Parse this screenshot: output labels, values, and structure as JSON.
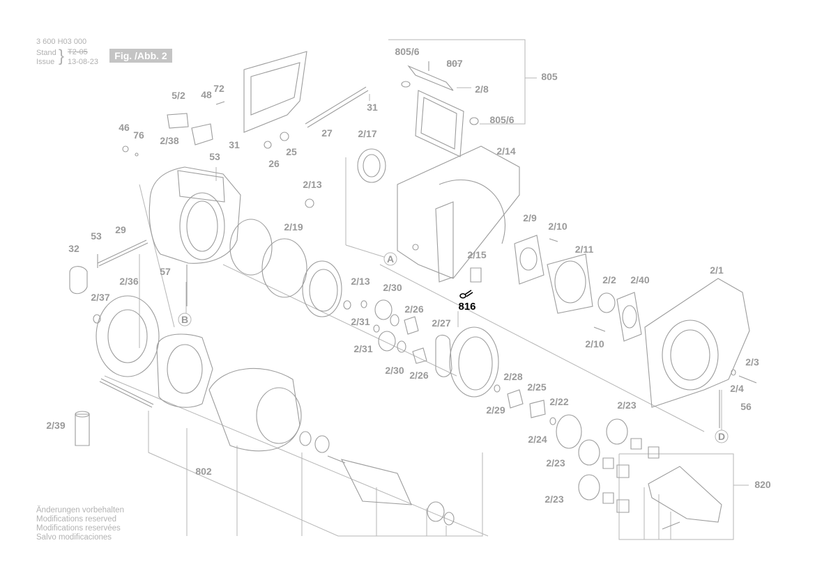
{
  "header": {
    "doc_number": "3 600 H03 000",
    "stand_label": "Stand",
    "issue_label": "Issue",
    "brace": "}",
    "stand_value": "T2-05",
    "issue_value": "13-08-23",
    "figure_label": "Fig. /Abb. 2"
  },
  "footer": {
    "lines": [
      "Änderungen vorbehalten",
      "Modifications reserved",
      "Modifications reservées",
      "Salvo modificaciones"
    ]
  },
  "colors": {
    "line": "#b5b5b5",
    "label": "#9a9a9a",
    "highlight": "#000000",
    "badge": "#c4c4c4"
  },
  "callouts": [
    {
      "text": "805/6"
    },
    {
      "text": "807"
    },
    {
      "text": "805"
    },
    {
      "text": "2/8"
    },
    {
      "text": "805/6"
    },
    {
      "text": "5/2"
    },
    {
      "text": "48"
    },
    {
      "text": "72"
    },
    {
      "text": "31"
    },
    {
      "text": "46"
    },
    {
      "text": "76"
    },
    {
      "text": "2/38"
    },
    {
      "text": "27"
    },
    {
      "text": "31"
    },
    {
      "text": "26"
    },
    {
      "text": "25"
    },
    {
      "text": "53"
    },
    {
      "text": "2/17"
    },
    {
      "text": "2/14"
    },
    {
      "text": "2/13"
    },
    {
      "text": "2/19"
    },
    {
      "text": "53"
    },
    {
      "text": "29"
    },
    {
      "text": "32"
    },
    {
      "text": "57"
    },
    {
      "text": "2/36"
    },
    {
      "text": "2/37"
    },
    {
      "text": "B"
    },
    {
      "text": "A"
    },
    {
      "text": "2/9"
    },
    {
      "text": "2/10"
    },
    {
      "text": "2/11"
    },
    {
      "text": "2/15"
    },
    {
      "text": "816",
      "highlight": true
    },
    {
      "text": "2/13"
    },
    {
      "text": "2/30"
    },
    {
      "text": "2/26"
    },
    {
      "text": "2/31"
    },
    {
      "text": "2/27"
    },
    {
      "text": "2/31"
    },
    {
      "text": "2/30"
    },
    {
      "text": "2/26"
    },
    {
      "text": "2/2"
    },
    {
      "text": "2/40"
    },
    {
      "text": "2/1"
    },
    {
      "text": "2/10"
    },
    {
      "text": "2/3"
    },
    {
      "text": "2/4"
    },
    {
      "text": "56"
    },
    {
      "text": "D"
    },
    {
      "text": "2/28"
    },
    {
      "text": "2/25"
    },
    {
      "text": "2/22"
    },
    {
      "text": "2/29"
    },
    {
      "text": "2/24"
    },
    {
      "text": "2/23"
    },
    {
      "text": "2/23"
    },
    {
      "text": "2/23"
    },
    {
      "text": "820"
    },
    {
      "text": "2/39"
    },
    {
      "text": "802"
    }
  ]
}
